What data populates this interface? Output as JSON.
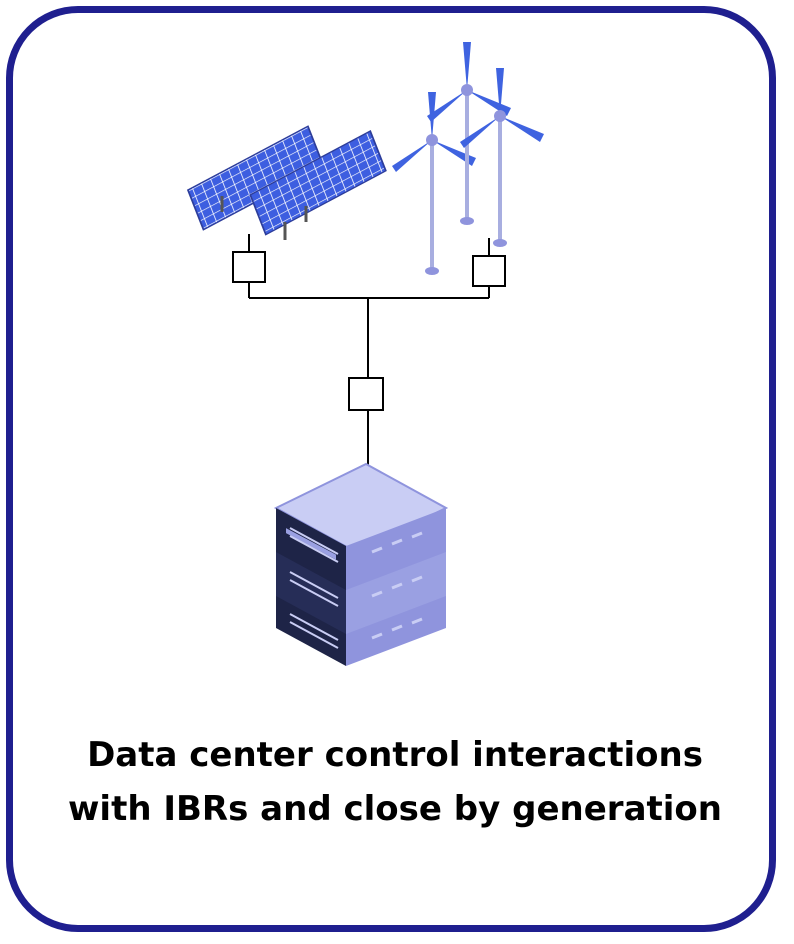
{
  "caption": {
    "text": "Data center control interactions with IBRs and close by generation"
  },
  "diagram": {
    "nodes": [
      "solar-panel-array",
      "wind-turbines",
      "data-center-server-rack"
    ],
    "connectors": [
      "solar-converter-box",
      "wind-converter-box",
      "data-center-converter-box"
    ],
    "colors": {
      "frame": "#1f1f8f",
      "solar_cell": "#3d5ee0",
      "solar_grid": "#ffffff",
      "turbine_blade": "#3f63e0",
      "turbine_tower": "#a8aee0",
      "server_side": "#8f94dd",
      "server_top": "#c9cdf4",
      "server_front": "#1e2447"
    }
  }
}
